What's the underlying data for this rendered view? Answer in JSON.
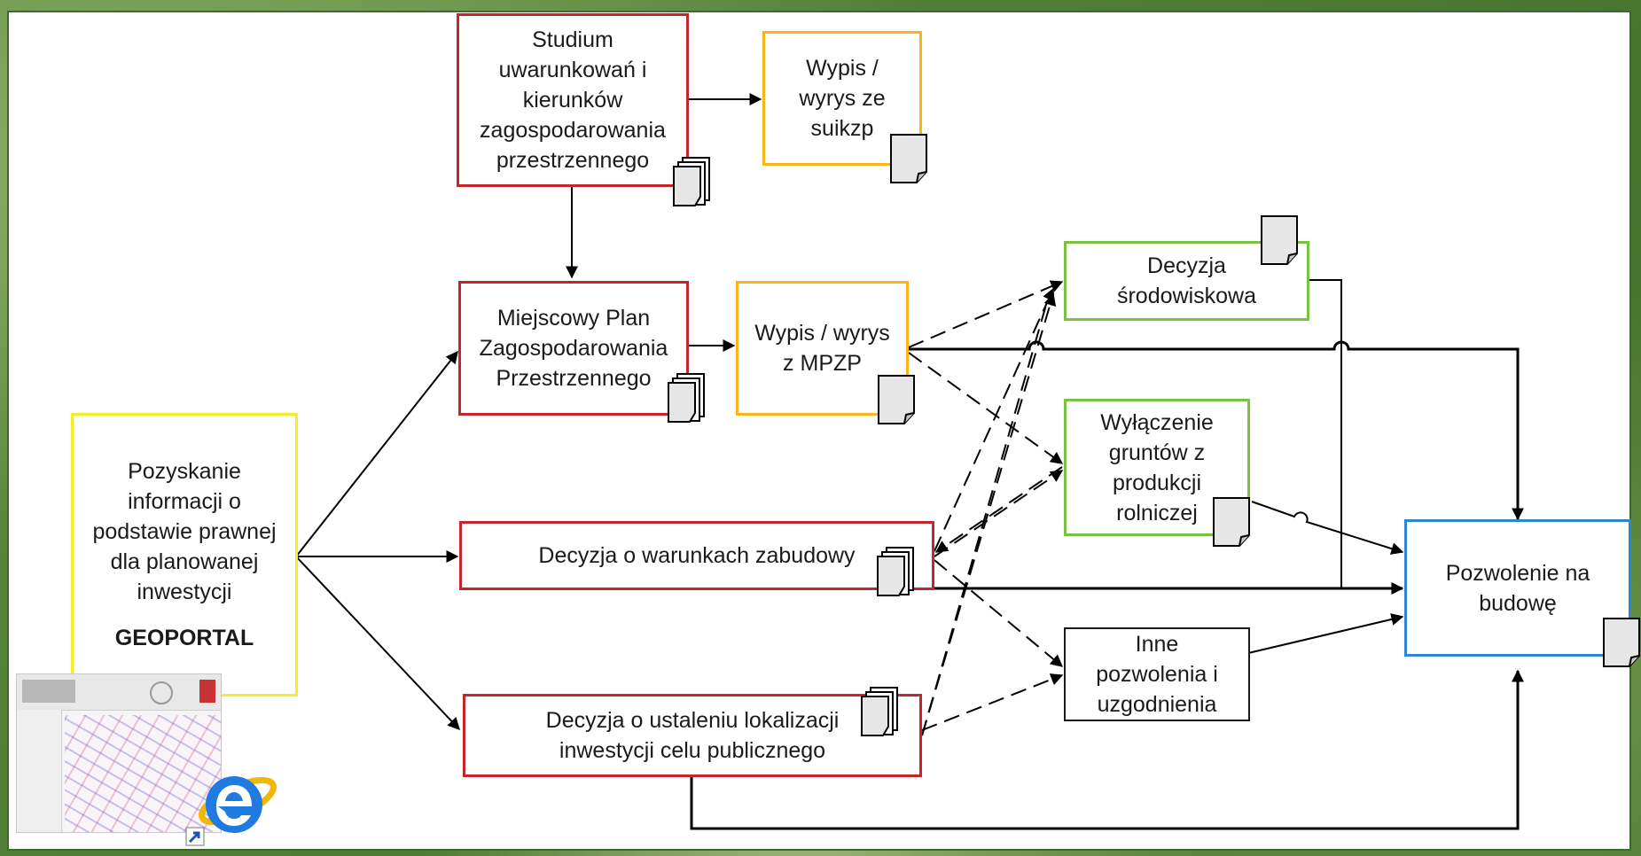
{
  "nodes": {
    "studium": "Studium\nuwarunkowań i\nkierunków\nzagospodarowania\nprzestrzennego",
    "wypis_suikzp": "Wypis /\nwyrys ze\nsuikzp",
    "mpzp": "Miejscowy Plan\nZagospodarowania\nPrzestrzennego",
    "wypis_mpzp": "Wypis / wyrys\nz MPZP",
    "decyzja_srodowiskowa": "Decyzja\nśrodowiskowa",
    "wylaczenie": "Wyłączenie\ngruntów z\nprodukcji\nrolniczej",
    "pozyskanie": "Pozyskanie\ninformacji o\npodstawie prawnej\ndla planowanej\ninwestycji",
    "geoportal": "GEOPORTAL",
    "warunki_zabudowy": "Decyzja o warunkach zabudowy",
    "pozwolenie": "Pozwolenie na\nbudowę",
    "inne_pozwolenia": "Inne\npozwolenia i\nuzgodnienia",
    "lokalizacja_celu": "Decyzja o ustaleniu lokalizacji\ninwestycji celu publicznego"
  },
  "colors": {
    "planning_docs": "#c1272d",
    "extracts": "#f7b519",
    "environmental": "#7cc242",
    "information_source": "#f2ee2c",
    "building_permit": "#2f86d0"
  },
  "icons": {
    "document": "document-icon",
    "browser": "internet-explorer-icon",
    "screenshot": "geoportal-screenshot-thumbnail"
  }
}
